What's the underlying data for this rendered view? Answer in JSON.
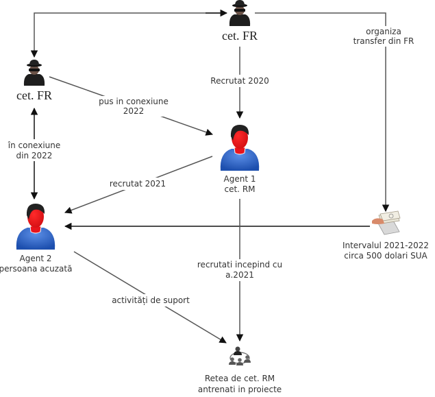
{
  "nodes": {
    "fr_top": {
      "label_lines": [
        "cet. FR"
      ],
      "icon": "spy-icon"
    },
    "fr_left": {
      "label_lines": [
        "cet. FR"
      ],
      "icon": "spy-icon"
    },
    "agent1": {
      "label_lines": [
        "Agent 1",
        "cet. RM"
      ],
      "icon": "person-red-icon"
    },
    "agent2": {
      "label_lines": [
        "Agent 2",
        "persoana acuzată"
      ],
      "icon": "person-red-icon"
    },
    "money": {
      "label_lines": [
        "Intervalul 2021-2022",
        "circa 500 dolari SUA"
      ],
      "icon": "money-hand-icon"
    },
    "network": {
      "label_lines": [
        "Retea de cet. RM",
        "antrenati in proiecte"
      ],
      "icon": "network-people-icon"
    }
  },
  "edges": {
    "top_to_left": {
      "label_lines": []
    },
    "top_to_money": {
      "label_lines": [
        "organiza",
        "transfer din FR"
      ]
    },
    "top_to_agent1": {
      "label_lines": [
        "Recrutat 2020"
      ]
    },
    "left_to_agent1": {
      "label_lines": [
        "pus in conexiune",
        "2022"
      ]
    },
    "left_agent2": {
      "label_lines": [
        "în conexiune",
        "din 2022"
      ]
    },
    "agent1_to_agent2": {
      "label_lines": [
        "recrutat 2021"
      ]
    },
    "money_to_agent2": {
      "label_lines": []
    },
    "agent1_to_network": {
      "label_lines": [
        "recrutati incepind cu",
        "a.2021"
      ]
    },
    "agent2_to_network": {
      "label_lines": [
        "activități de suport"
      ]
    }
  },
  "colors": {
    "face": "#e8141c",
    "shirt": "#2a63c9",
    "hair": "#222222",
    "spy": "#1e1e1e",
    "edge": "#555555"
  }
}
